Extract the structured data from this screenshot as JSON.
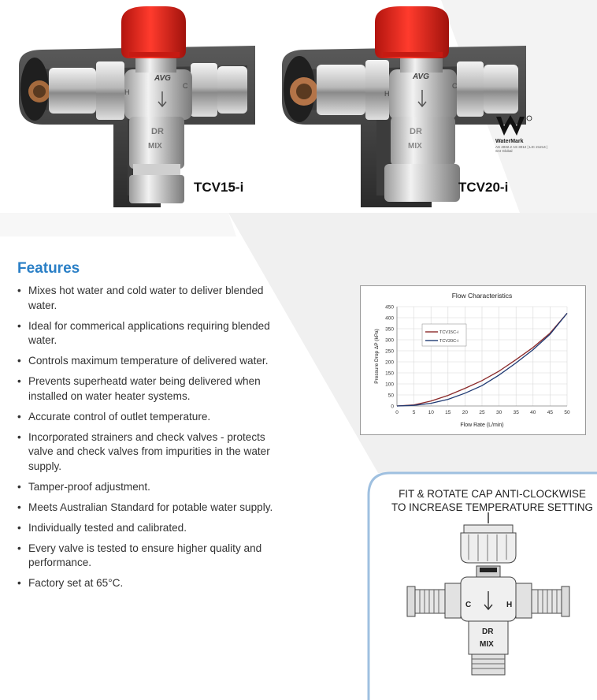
{
  "products": [
    {
      "label": "TCV15-i",
      "valve_marks": {
        "top": "AVG",
        "left": "H",
        "right": "C",
        "brand1": "DR",
        "brand2": "MIX"
      }
    },
    {
      "label": "TCV20-i",
      "valve_marks": {
        "top": "AVG",
        "left": "H",
        "right": "C",
        "brand1": "DR",
        "brand2": "MIX"
      }
    }
  ],
  "watermark": {
    "name": "WaterMark",
    "detail": "AS 4032.2 AS 3012 | LIC 21214 | SAI Global"
  },
  "features": {
    "title": "Features",
    "bullet": "•",
    "items": [
      "Mixes hot water and cold water to deliver blended water.",
      "Ideal for commerical applications requiring blended water.",
      "Controls maximum temperature of delivered water.",
      "Prevents superheatd water being delivered when installed on water heater systems.",
      "Accurate control of outlet temperature.",
      "Incorporated strainers and check valves - protects valve and check valves from impurities in the water supply.",
      "Tamper-proof adjustment.",
      "Meets Australian Standard for potable water supply.",
      "Individually tested and calibrated.",
      "Every valve is tested to ensure higher quality and performance.",
      "Factory set at 65°C."
    ]
  },
  "chart_data": {
    "type": "line",
    "title": "Flow Characteristics",
    "xlabel": "Flow Rate (L/min)",
    "ylabel": "Pressure Drop ΔP (kPa)",
    "xlim": [
      0,
      50
    ],
    "ylim": [
      0,
      450
    ],
    "xticks": [
      0,
      5,
      10,
      15,
      20,
      25,
      30,
      35,
      40,
      45,
      50
    ],
    "yticks": [
      0,
      50,
      100,
      150,
      200,
      250,
      300,
      350,
      400,
      450
    ],
    "grid": true,
    "legend": "upper-left",
    "series": [
      {
        "name": "TCV15C-i",
        "color": "#8b2a2a",
        "x": [
          0,
          5,
          10,
          15,
          20,
          25,
          30,
          35,
          40,
          45,
          50
        ],
        "y": [
          0,
          5,
          22,
          48,
          80,
          115,
          158,
          210,
          265,
          330,
          420
        ]
      },
      {
        "name": "TCV20C-i",
        "color": "#1f3a73",
        "x": [
          0,
          5,
          10,
          15,
          20,
          25,
          30,
          35,
          40,
          45,
          50
        ],
        "y": [
          0,
          3,
          12,
          30,
          58,
          92,
          140,
          195,
          255,
          325,
          420
        ]
      }
    ]
  },
  "cap_instruction": {
    "line1": "FIT & ROTATE CAP ANTI-CLOCKWISE",
    "line2": "TO INCREASE TEMPERATURE SETTING",
    "valve_marks": {
      "left": "C",
      "right": "H",
      "brand1": "DR",
      "brand2": "MIX"
    }
  },
  "colors": {
    "accent_blue": "#2a7fc6",
    "cap_red": "#e1251b",
    "panel_border": "#9fc0e0",
    "stripe_gray": "#eeeeee"
  }
}
